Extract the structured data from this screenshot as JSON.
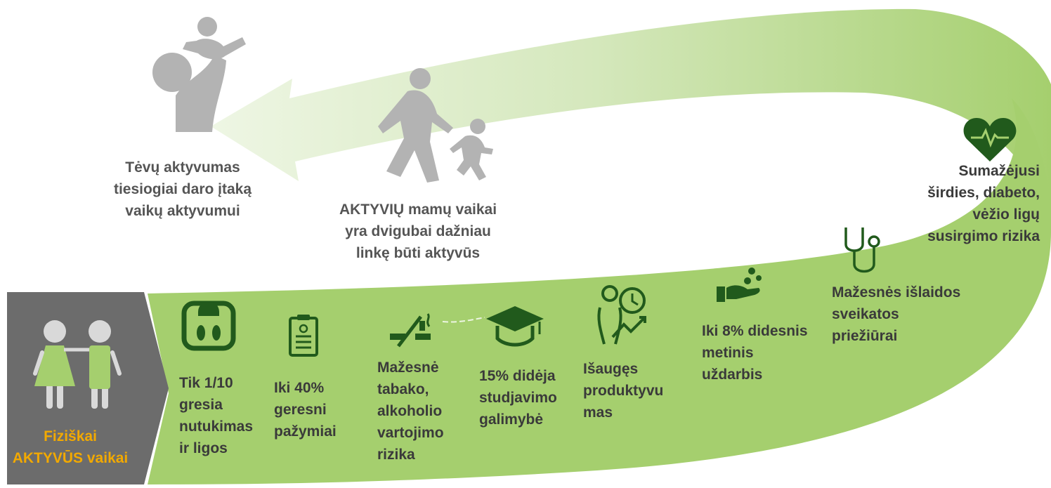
{
  "colors": {
    "green": "#a5cf6e",
    "light_green": "#d7e9bf",
    "dark_green": "#215a1c",
    "panel_gray": "#6c6c6c",
    "icon_gray": "#b3b3b3",
    "orange": "#f2a900"
  },
  "left_panel": {
    "label": "Fiziškai\nAKTYVŪS vaikai",
    "icon": "two-children-icon"
  },
  "top": {
    "parents": {
      "text": "Tėvų aktyvumas\ntiesiogiai daro įtaką\nvaikų aktyvumui",
      "icon": "parent-lifting-child-icon"
    },
    "mothers": {
      "text": "AKTYVIŲ mamų vaikai\nyra dvigubai dažniau\nlinkę būti aktyvūs",
      "icon": "mother-running-with-child-icon"
    }
  },
  "benefits": [
    {
      "icon": "scale-icon",
      "text": "Tik 1/10\ngresia\nnutukimas\nir ligos"
    },
    {
      "icon": "report-card-icon",
      "text": "Iki 40%\ngeresni\npažymiai"
    },
    {
      "icon": "no-smoking-drinking-icon",
      "text": "Mažesnė\ntabako,\nalkoholio\nvartojimo\nrizika"
    },
    {
      "icon": "graduation-cap-icon",
      "text": "15% didėja\nstudjavimo\ngalimybė"
    },
    {
      "icon": "productivity-clock-icon",
      "text": "Išaugęs\nproduktyvu\nmas"
    },
    {
      "icon": "hand-coins-icon",
      "text": "Iki 8% didesnis\nmetinis\nuždarbis"
    },
    {
      "icon": "stethoscope-icon",
      "text": "Mažesnės išlaidos\nsveikatos\npriežiūrai"
    },
    {
      "icon": "heart-pulse-icon",
      "text": "Sumažėjusi\nširdies, diabeto,\nvėžio ligų\nsusirgimo rizika"
    }
  ]
}
